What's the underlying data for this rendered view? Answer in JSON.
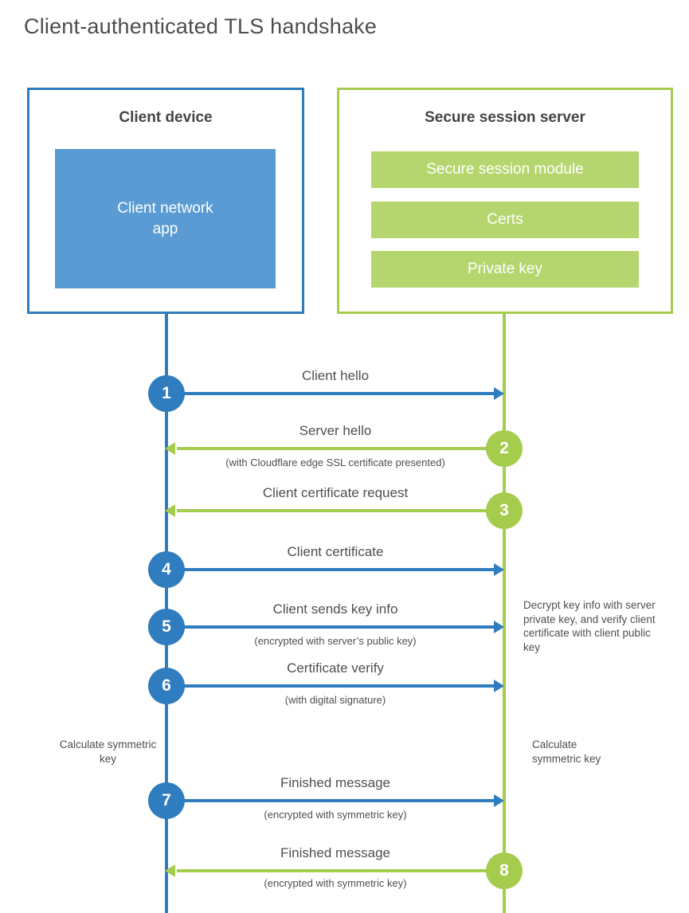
{
  "title": "Client-authenticated TLS handshake",
  "colors": {
    "blue_line": "#2f7cbe",
    "blue_fill": "#5b9bd3",
    "green_line": "#a6cc4d",
    "green_fill": "#b5d66e",
    "text": "#4f4f4f"
  },
  "client": {
    "title": "Client device",
    "app_label": "Client network\napp"
  },
  "server": {
    "title": "Secure session server",
    "modules": [
      "Secure session module",
      "Certs",
      "Private key"
    ]
  },
  "steps": [
    {
      "num": "1",
      "label": "Client hello",
      "direction": "right",
      "color": "blue"
    },
    {
      "num": "2",
      "label": "Server hello",
      "sub": "(with Cloudflare edge SSL certificate presented)",
      "direction": "left",
      "color": "green"
    },
    {
      "num": "3",
      "label": "Client certificate request",
      "direction": "left",
      "color": "green"
    },
    {
      "num": "4",
      "label": "Client certificate",
      "direction": "right",
      "color": "blue"
    },
    {
      "num": "5",
      "label": "Client sends key info",
      "sub": "(encrypted with server’s public key)",
      "direction": "right",
      "color": "blue"
    },
    {
      "num": "6",
      "label": "Certificate verify",
      "sub": "(with digital signature)",
      "direction": "right",
      "color": "blue"
    },
    {
      "num": "7",
      "label": "Finished message",
      "sub": "(encrypted with symmetric key)",
      "direction": "right",
      "color": "blue"
    },
    {
      "num": "8",
      "label": "Finished message",
      "sub": "(encrypted with symmetric key)",
      "direction": "left",
      "color": "green"
    }
  ],
  "annotations": {
    "decrypt_note": "Decrypt key info with server private key, and verify client certificate with client public key",
    "calc_left": "Calculate symmetric key",
    "calc_right": "Calculate symmetric key"
  }
}
